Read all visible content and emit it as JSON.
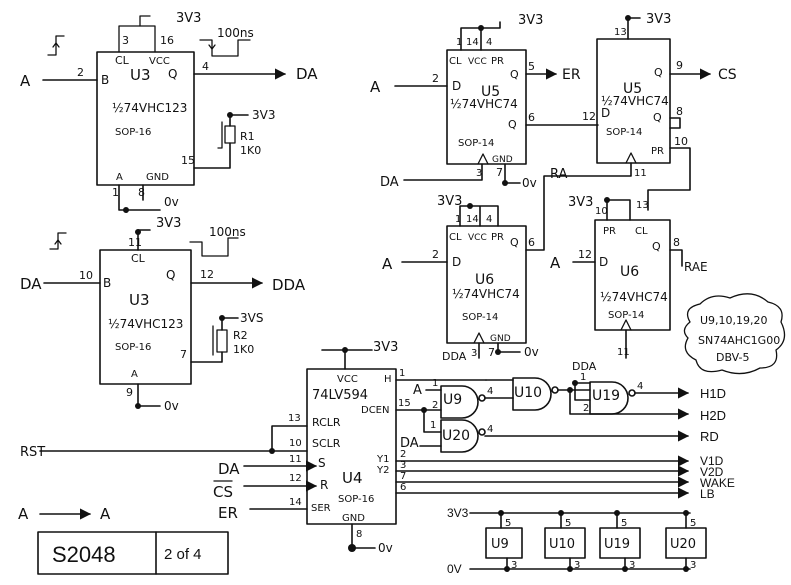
{
  "sheet": {
    "id": "S2048",
    "page": "2 of 4"
  },
  "supply": {
    "v33": "3V3",
    "gnd": "0V",
    "gnd_lc": "0v"
  },
  "oneshots": {
    "u3a": {
      "ref": "U3",
      "part": "½74VHC123",
      "pkg": "SOP-16",
      "cl": "CL",
      "vcc": "VCC",
      "b": "B",
      "q": "Q",
      "a": "A",
      "gnd": "GND",
      "pins": {
        "cl": "3",
        "vcc": "16",
        "b": "2",
        "q": "4",
        "rc": "15",
        "a": "1",
        "gnd": "8"
      },
      "in": "A",
      "out": "DA",
      "pulse": "100ns",
      "res": "R1",
      "resval": "1K0"
    },
    "u3b": {
      "ref": "U3",
      "part": "½74VHC123",
      "pkg": "SOP-16",
      "cl": "CL",
      "b": "B",
      "q": "Q",
      "a": "A",
      "pins": {
        "cl": "11",
        "b": "10",
        "q": "12",
        "rc": "7",
        "a": "9"
      },
      "in": "DA",
      "out": "DDA",
      "pulse": "100ns",
      "res": "R2",
      "resval": "1K0",
      "v33": "3VS"
    }
  },
  "flops": {
    "u5a": {
      "ref": "U5",
      "part": "½74VHC74",
      "pkg": "SOP-14",
      "cl": "CL",
      "vcc": "VCC",
      "pr": "PR",
      "d": "D",
      "q": "Q",
      "qb": "Q",
      "gnd": "GND",
      "pins": {
        "cl": "1",
        "vcc": "14",
        "pr": "4",
        "d": "2",
        "q": "5",
        "qb": "6",
        "clk": "3",
        "gnd": "7"
      },
      "din": "A",
      "qout": "ER",
      "clk": "DA"
    },
    "u5b": {
      "ref": "U5",
      "part": "½74VHC74",
      "pkg": "SOP-14",
      "q": "Q",
      "d": "D",
      "qb": "Q",
      "pr": "PR",
      "pins": {
        "cl": "13",
        "q": "9",
        "d": "12",
        "qb": "8",
        "pr": "10",
        "clk": "11"
      },
      "qout": "CS",
      "clk": "RA"
    },
    "u6a": {
      "ref": "U6",
      "part": "½74VHC74",
      "pkg": "SOP-14",
      "cl": "CL",
      "vcc": "VCC",
      "pr": "PR",
      "d": "D",
      "q": "Q",
      "gnd": "GND",
      "pins": {
        "cl": "1",
        "vcc": "14",
        "pr": "4",
        "d": "2",
        "q": "6",
        "clk": "3",
        "gnd": "7"
      },
      "din": "A",
      "clk": "DDA",
      "v33": "3V3"
    },
    "u6b": {
      "ref": "U6",
      "part": "½74VHC74",
      "pkg": "SOP-14",
      "pr": "PR",
      "cl": "CL",
      "d": "D",
      "q": "Q",
      "pins": {
        "pr": "10",
        "cl": "13",
        "d": "12",
        "q": "8",
        "clk": "11"
      },
      "din": "A",
      "qout": "RAE",
      "clk": "DDA",
      "v33": "3V3"
    }
  },
  "shiftreg": {
    "ref": "U4",
    "part": "74LV594",
    "pkg": "SOP-16",
    "vcc": "VCC",
    "h": "H",
    "dcen": "DCEN",
    "rclr": "RCLR",
    "sclr": "SCLR",
    "s": "S",
    "r": "R",
    "ser": "SER",
    "gnd": "GND",
    "y1": "Y1",
    "y2": "Y2",
    "pins": {
      "h": "1",
      "dcen": "15",
      "rclr": "13",
      "sclr": "10",
      "s": "11",
      "r": "12",
      "ser": "14",
      "gnd": "8",
      "y1": "2",
      "y2": "3",
      "p7": "7",
      "p6": "6"
    },
    "rst": "RST",
    "da": "DA",
    "cs": "CS",
    "er": "ER"
  },
  "gates": {
    "u9": "U9",
    "u10": "U10",
    "u19": "U19",
    "u20": "U20",
    "a": "A",
    "da": "DA",
    "pins": {
      "one": "1",
      "two": "2",
      "four": "4"
    }
  },
  "outputs": [
    "H1D",
    "H2D",
    "RD",
    "V1D",
    "V2D",
    "WAKE",
    "LB"
  ],
  "note": {
    "line1": "U9,10,19,20",
    "line2": "SN74AHC1G00",
    "line3": "DBV-5"
  },
  "power_boxes": [
    "U9",
    "U10",
    "U19",
    "U20"
  ],
  "power_pins": {
    "vcc": "5",
    "gnd": "3"
  },
  "legend": {
    "from": "A",
    "to": "A"
  }
}
